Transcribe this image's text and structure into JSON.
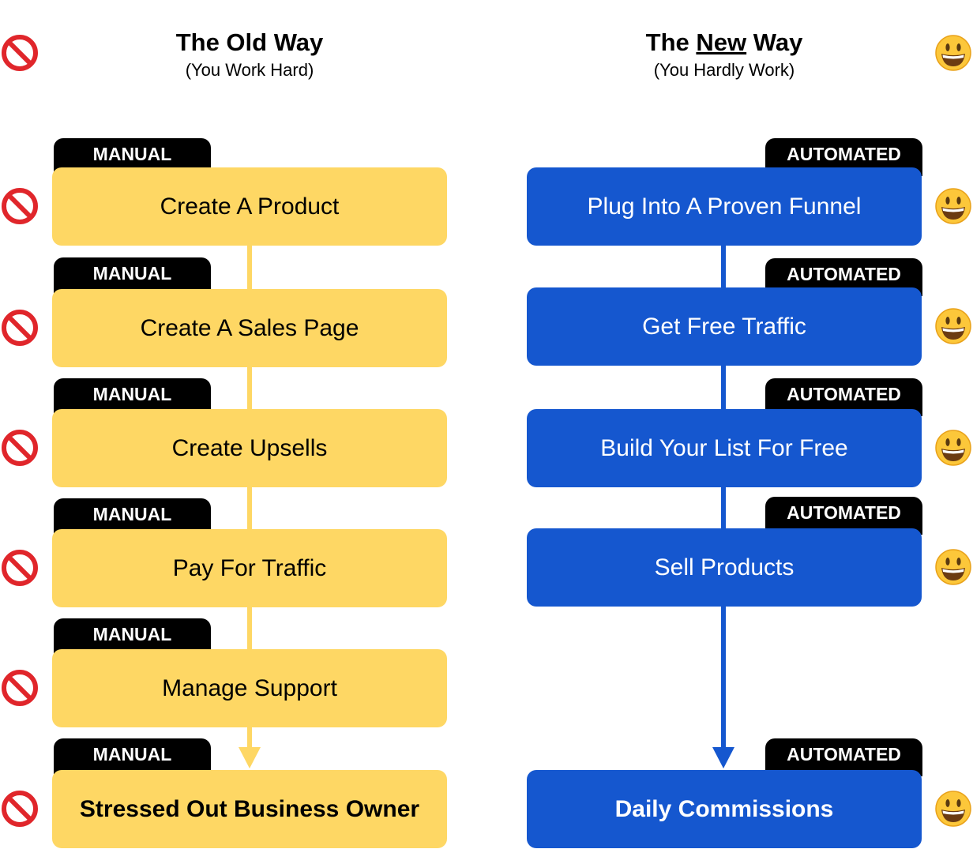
{
  "left": {
    "title": "The Old Way",
    "subtitle": "(You Work Hard)",
    "header_icon": "prohibited-icon",
    "tag_label": "MANUAL",
    "steps": [
      {
        "label": "Create A Product",
        "tag": "MANUAL"
      },
      {
        "label": "Create A Sales Page",
        "tag": "MANUAL"
      },
      {
        "label": "Create Upsells",
        "tag": "MANUAL"
      },
      {
        "label": "Pay For Traffic",
        "tag": "MANUAL"
      },
      {
        "label": "Manage Support",
        "tag": "MANUAL"
      },
      {
        "label": "Stressed Out Business Owner",
        "tag": "MANUAL"
      }
    ],
    "color": "#fed764"
  },
  "right": {
    "title_pre": "The ",
    "title_em": "New",
    "title_post": " Way",
    "subtitle": "(You Hardly Work)",
    "header_icon": "smiley-icon",
    "steps": [
      {
        "label": "Plug Into A Proven Funnel",
        "tag": "AUTOMATED"
      },
      {
        "label": "Get Free Traffic",
        "tag": "AUTOMATED"
      },
      {
        "label": "Build Your List For Free",
        "tag": "AUTOMATED"
      },
      {
        "label": "Sell Products",
        "tag": "AUTOMATED"
      },
      {
        "label": "Daily Commissions",
        "tag": "AUTOMATED"
      }
    ],
    "color": "#1557cf"
  }
}
